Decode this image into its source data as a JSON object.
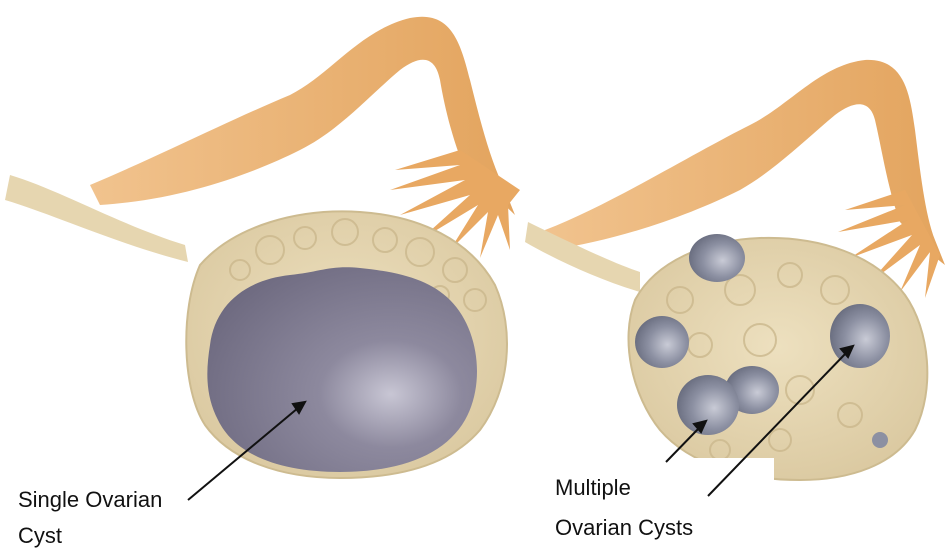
{
  "labels": {
    "single_line1": "Single Ovarian",
    "single_line2": "Cyst",
    "multiple_line1": "Multiple",
    "multiple_line2": "Ovarian Cysts"
  },
  "colors": {
    "background": "#ffffff",
    "fallopian_tube": "#E9AE6A",
    "ovary_tissue": "#E6D6B0",
    "cyst": "#7E7A8E",
    "arrow": "#111111"
  }
}
